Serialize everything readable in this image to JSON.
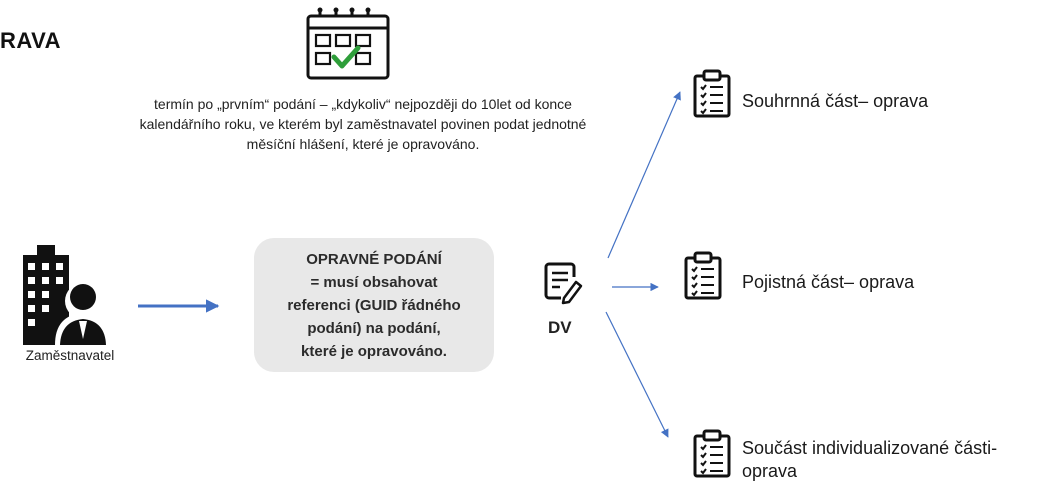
{
  "title": "RAVA",
  "note": "termín po „prvním“ podání – „kdykoliv“ nejpozději do 10let od konce kalendářního roku, ve kterém byl zaměstnavatel povinen podat jednotné měsíční hlášení, které je opravováno.",
  "employer": {
    "label": "Zaměstnavatel",
    "icon": "office-building-person-icon"
  },
  "central_box": {
    "lines": [
      "OPRAVNÉ PODÁNÍ",
      "= musí obsahovat",
      "referenci (GUID řádného",
      "podání) na podání,",
      "které je opravováno."
    ]
  },
  "dv": {
    "label": "DV",
    "icon": "document-edit-icon"
  },
  "calendar": {
    "icon": "calendar-check-icon"
  },
  "outputs": [
    {
      "label": "Souhrnná část– oprava",
      "icon": "clipboard-checklist-icon"
    },
    {
      "label": "Pojistná část– oprava",
      "icon": "clipboard-checklist-icon"
    },
    {
      "label": "Součást individualizované části-\noprava",
      "icon": "clipboard-checklist-icon"
    }
  ],
  "colors": {
    "arrow": "#4472c4",
    "icon": "#111111",
    "check": "#2e9e3a",
    "box": "#e8e8e8"
  }
}
